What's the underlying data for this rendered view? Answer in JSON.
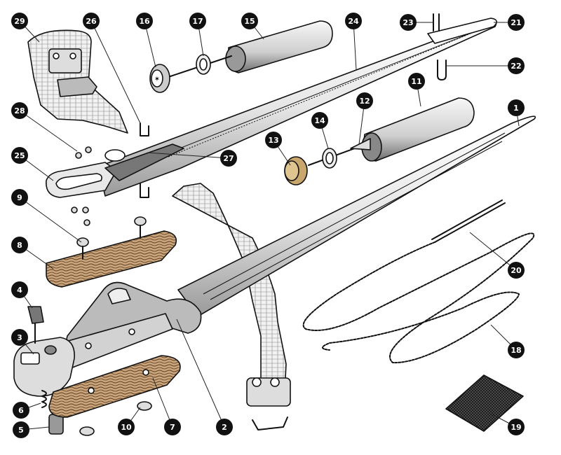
{
  "diagram": {
    "colors": {
      "ink": "#111111",
      "paper": "#ffffff",
      "wood": "#8a6a4a",
      "metal": "#d9d9d9"
    },
    "callouts": [
      {
        "id": "1",
        "label": "1"
      },
      {
        "id": "2",
        "label": "2"
      },
      {
        "id": "3",
        "label": "3"
      },
      {
        "id": "4",
        "label": "4"
      },
      {
        "id": "5",
        "label": "5"
      },
      {
        "id": "6",
        "label": "6"
      },
      {
        "id": "7",
        "label": "7"
      },
      {
        "id": "8",
        "label": "8"
      },
      {
        "id": "9",
        "label": "9"
      },
      {
        "id": "10",
        "label": "10"
      },
      {
        "id": "11",
        "label": "11"
      },
      {
        "id": "12",
        "label": "12"
      },
      {
        "id": "13",
        "label": "13"
      },
      {
        "id": "14",
        "label": "14"
      },
      {
        "id": "15",
        "label": "15"
      },
      {
        "id": "16",
        "label": "16"
      },
      {
        "id": "17",
        "label": "17"
      },
      {
        "id": "18",
        "label": "18"
      },
      {
        "id": "19",
        "label": "19"
      },
      {
        "id": "20",
        "label": "20"
      },
      {
        "id": "21",
        "label": "21"
      },
      {
        "id": "22",
        "label": "22"
      },
      {
        "id": "23",
        "label": "23"
      },
      {
        "id": "24",
        "label": "24"
      },
      {
        "id": "25",
        "label": "25"
      },
      {
        "id": "26",
        "label": "26"
      },
      {
        "id": "27",
        "label": "27"
      },
      {
        "id": "28",
        "label": "28"
      },
      {
        "id": "29",
        "label": "29"
      }
    ]
  }
}
